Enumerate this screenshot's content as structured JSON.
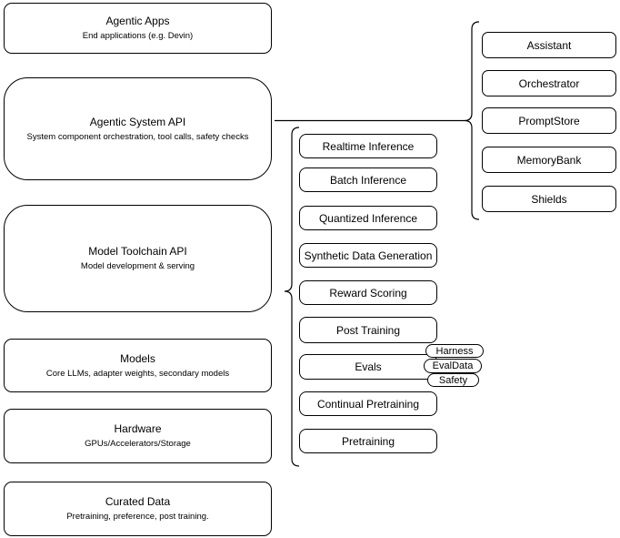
{
  "stack": [
    {
      "title": "Agentic Apps",
      "subtitle": "End applications (e.g. Devin)"
    },
    {
      "title": "Agentic System API",
      "subtitle": "System component orchestration, tool calls, safety checks"
    },
    {
      "title": "Model Toolchain API",
      "subtitle": "Model development & serving"
    },
    {
      "title": "Models",
      "subtitle": "Core LLMs, adapter weights, secondary models"
    },
    {
      "title": "Hardware",
      "subtitle": "GPUs/Accelerators/Storage"
    },
    {
      "title": "Curated Data",
      "subtitle": "Pretraining, preference, post training."
    }
  ],
  "toolchain_services": [
    "Realtime Inference",
    "Batch Inference",
    "Quantized Inference",
    "Synthetic Data Generation",
    "Reward Scoring",
    "Post Training",
    "Evals",
    "Continual Pretraining",
    "Pretraining"
  ],
  "eval_tags": [
    "Harness",
    "EvalData",
    "Safety"
  ],
  "system_components": [
    "Assistant",
    "Orchestrator",
    "PromptStore",
    "MemoryBank",
    "Shields"
  ],
  "colors": {
    "stroke": "#000000",
    "background": "#ffffff",
    "text": "#000000"
  }
}
